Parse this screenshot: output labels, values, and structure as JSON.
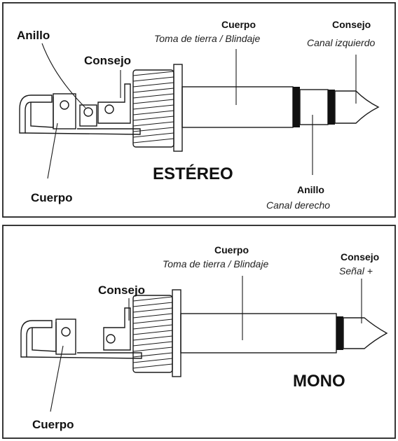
{
  "stereo": {
    "title": "ESTÉREO",
    "labels": {
      "ring_left": "Anillo",
      "tip_left": "Consejo",
      "sleeve_left": "Cuerpo",
      "sleeve_top_title": "Cuerpo",
      "sleeve_top_sub": "Toma de tierra / Blindaje",
      "tip_right_title": "Consejo",
      "tip_right_sub": "Canal izquierdo",
      "ring_bottom_title": "Anillo",
      "ring_bottom_sub": "Canal derecho"
    }
  },
  "mono": {
    "title": "MONO",
    "labels": {
      "tip_left": "Consejo",
      "sleeve_left": "Cuerpo",
      "sleeve_top_title": "Cuerpo",
      "sleeve_top_sub": "Toma de tierra / Blindaje",
      "tip_right_title": "Consejo",
      "tip_right_sub": "Señal +"
    }
  }
}
